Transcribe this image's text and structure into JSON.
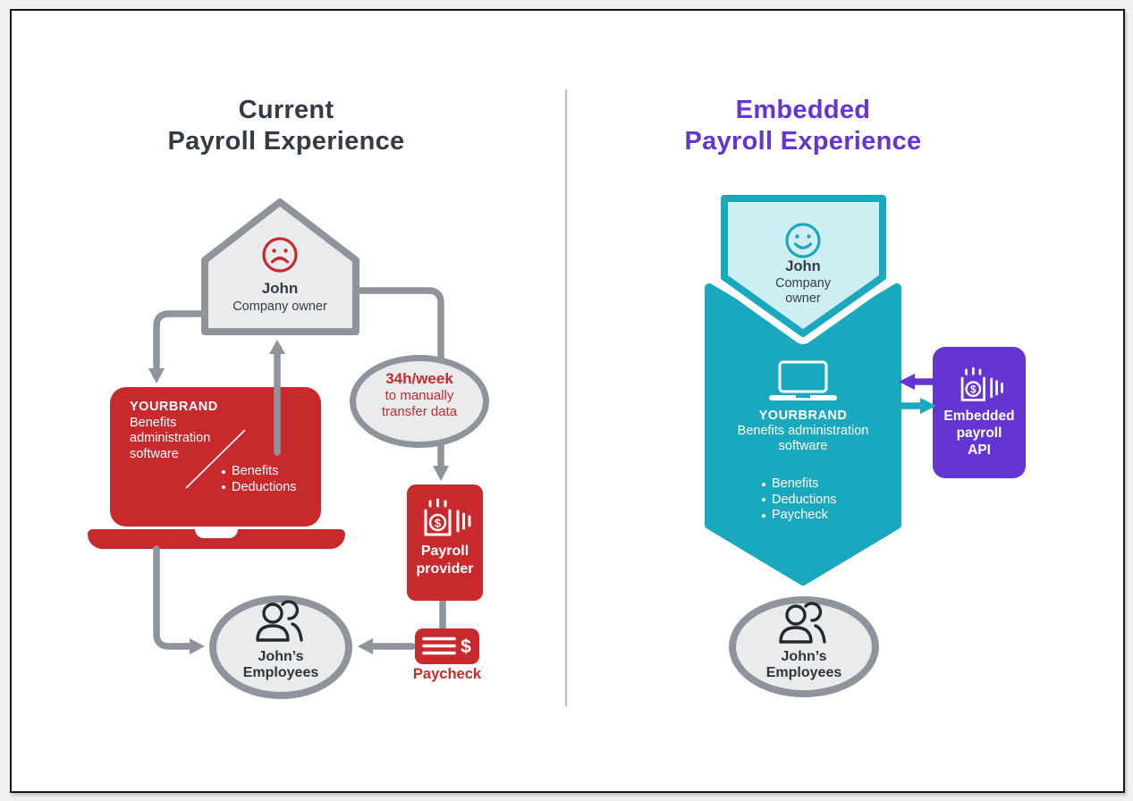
{
  "page": {
    "left_title": {
      "line1": "Current",
      "line2": "Payroll Experience"
    },
    "right_title": {
      "line1": "Embedded",
      "line2": "Payroll Experience"
    }
  },
  "left": {
    "owner": {
      "name": "John",
      "role": "Company owner"
    },
    "software": {
      "brand": "YOURBRAND",
      "desc_line1": "Benefits",
      "desc_line2": "administration",
      "desc_line3": "software",
      "bullets": [
        "Benefits",
        "Deductions"
      ]
    },
    "stat": {
      "headline": "34h/week",
      "line1": "to manually",
      "line2": "transfer data"
    },
    "provider": {
      "line1": "Payroll",
      "line2": "provider"
    },
    "paycheck": {
      "label": "Paycheck"
    },
    "employees": {
      "line1": "John’s",
      "line2": "Employees"
    }
  },
  "right": {
    "owner": {
      "name": "John",
      "role_line1": "Company",
      "role_line2": "owner"
    },
    "software": {
      "brand": "YOURBRAND",
      "desc_line1": "Benefits administration",
      "desc_line2": "software",
      "bullets": [
        "Benefits",
        "Deductions",
        "Paycheck"
      ]
    },
    "api": {
      "line1": "Embedded",
      "line2": "payroll",
      "line3": "API"
    },
    "employees": {
      "line1": "John’s",
      "line2": "Employees"
    }
  },
  "icons": {
    "dollar": "$"
  },
  "colors": {
    "red": "#c8292d",
    "teal": "#1aa8bf",
    "pale_teal": "#cfeef4",
    "purple": "#6435d2",
    "gray_connector": "#8d949c",
    "light_gray_fill": "#e9ebed",
    "dark_text": "#363d47"
  }
}
